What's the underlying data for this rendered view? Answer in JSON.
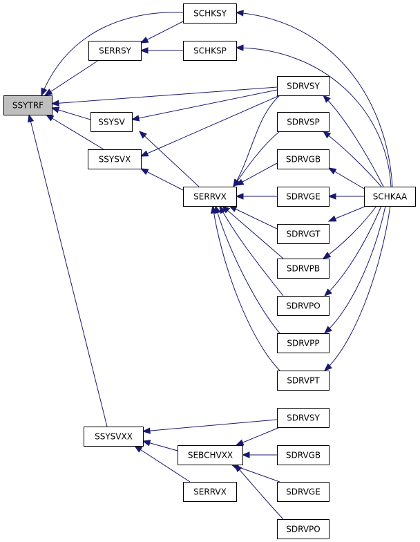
{
  "nodes": [
    {
      "id": "ssytrf",
      "label": "SSYTRF",
      "root": true
    },
    {
      "id": "schksy",
      "label": "SCHKSY"
    },
    {
      "id": "serrsy",
      "label": "SERRSY"
    },
    {
      "id": "schksp",
      "label": "SCHKSP"
    },
    {
      "id": "sdrvsy1",
      "label": "SDRVSY"
    },
    {
      "id": "ssysv",
      "label": "SSYSV"
    },
    {
      "id": "sdrvsp",
      "label": "SDRVSP"
    },
    {
      "id": "ssysvx",
      "label": "SSYSVX"
    },
    {
      "id": "sdrvgb1",
      "label": "SDRVGB"
    },
    {
      "id": "serrvx1",
      "label": "SERRVX"
    },
    {
      "id": "sdrvge1",
      "label": "SDRVGE"
    },
    {
      "id": "schkaa",
      "label": "SCHKAA"
    },
    {
      "id": "sdrvgt",
      "label": "SDRVGT"
    },
    {
      "id": "sdrvpb",
      "label": "SDRVPB"
    },
    {
      "id": "sdrvpo1",
      "label": "SDRVPO"
    },
    {
      "id": "sdrvpp",
      "label": "SDRVPP"
    },
    {
      "id": "sdrvpt",
      "label": "SDRVPT"
    },
    {
      "id": "sdrvsy2",
      "label": "SDRVSY"
    },
    {
      "id": "ssysvxx",
      "label": "SSYSVXX"
    },
    {
      "id": "sebchvxx",
      "label": "SEBCHVXX"
    },
    {
      "id": "sdrvgb2",
      "label": "SDRVGB"
    },
    {
      "id": "serrvx2",
      "label": "SERRVX"
    },
    {
      "id": "sdrvge2",
      "label": "SDRVGE"
    },
    {
      "id": "sdrvpo2",
      "label": "SDRVPO"
    }
  ],
  "edges": [
    {
      "from": "schksy",
      "to": "ssytrf"
    },
    {
      "from": "serrsy",
      "to": "ssytrf"
    },
    {
      "from": "sdrvsy1",
      "to": "ssytrf"
    },
    {
      "from": "ssysv",
      "to": "ssytrf"
    },
    {
      "from": "ssysvx",
      "to": "ssytrf"
    },
    {
      "from": "ssysvxx",
      "to": "ssytrf"
    },
    {
      "from": "schksy",
      "to": "serrsy"
    },
    {
      "from": "schksp",
      "to": "serrsy"
    },
    {
      "from": "schkaa",
      "to": "schksy"
    },
    {
      "from": "schkaa",
      "to": "schksp"
    },
    {
      "from": "sdrvsy1",
      "to": "ssysv"
    },
    {
      "from": "serrvx1",
      "to": "ssysv"
    },
    {
      "from": "sdrvsy1",
      "to": "ssysvx"
    },
    {
      "from": "serrvx1",
      "to": "ssysvx"
    },
    {
      "from": "sdrvsy1",
      "to": "serrvx1"
    },
    {
      "from": "sdrvsp",
      "to": "serrvx1"
    },
    {
      "from": "sdrvgb1",
      "to": "serrvx1"
    },
    {
      "from": "sdrvge1",
      "to": "serrvx1"
    },
    {
      "from": "sdrvgt",
      "to": "serrvx1"
    },
    {
      "from": "sdrvpb",
      "to": "serrvx1"
    },
    {
      "from": "sdrvpo1",
      "to": "serrvx1"
    },
    {
      "from": "sdrvpp",
      "to": "serrvx1"
    },
    {
      "from": "sdrvpt",
      "to": "serrvx1"
    },
    {
      "from": "schkaa",
      "to": "sdrvsy1"
    },
    {
      "from": "schkaa",
      "to": "sdrvsp"
    },
    {
      "from": "schkaa",
      "to": "sdrvgb1"
    },
    {
      "from": "schkaa",
      "to": "sdrvge1"
    },
    {
      "from": "schkaa",
      "to": "sdrvgt"
    },
    {
      "from": "schkaa",
      "to": "sdrvpb"
    },
    {
      "from": "schkaa",
      "to": "sdrvpo1"
    },
    {
      "from": "schkaa",
      "to": "sdrvpp"
    },
    {
      "from": "schkaa",
      "to": "sdrvpt"
    },
    {
      "from": "sdrvsy2",
      "to": "ssysvxx"
    },
    {
      "from": "sebchvxx",
      "to": "ssysvxx"
    },
    {
      "from": "serrvx2",
      "to": "ssysvxx"
    },
    {
      "from": "sdrvsy2",
      "to": "sebchvxx"
    },
    {
      "from": "sdrvgb2",
      "to": "sebchvxx"
    },
    {
      "from": "sdrvge2",
      "to": "sebchvxx"
    },
    {
      "from": "sdrvpo2",
      "to": "sebchvxx"
    }
  ],
  "colors": {
    "edge": "#191970",
    "root_fill": "#bfbfbf",
    "node_fill": "#ffffff",
    "node_stroke": "#000000"
  }
}
